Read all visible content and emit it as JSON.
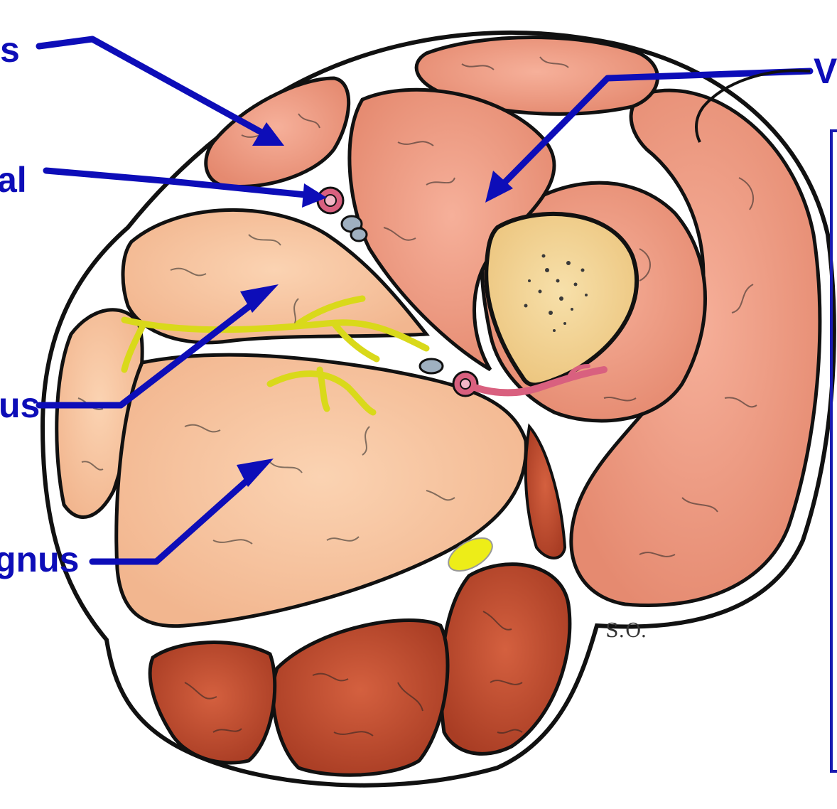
{
  "labels": [
    {
      "id": "sartorius",
      "text": "s"
    },
    {
      "id": "femoral",
      "text": "al"
    },
    {
      "id": "adductor-longus",
      "text": "us"
    },
    {
      "id": "adductor-magnus",
      "text": "gnus"
    },
    {
      "id": "vastus",
      "text": "V"
    }
  ],
  "initials": "S.O.",
  "colors": {
    "arrow": "#0d0db8",
    "outline": "#111111",
    "anterior_muscle": "#ef9d86",
    "anterior_muscle_dark": "#c95a44",
    "adductor_muscle": "#f6c39f",
    "posterior_muscle": "#c24a2e",
    "bone": "#f6dca0",
    "nerve": "#e6e61e",
    "artery": "#d9607f",
    "vein": "#8c9aa8",
    "fascia": "#ffffff"
  }
}
